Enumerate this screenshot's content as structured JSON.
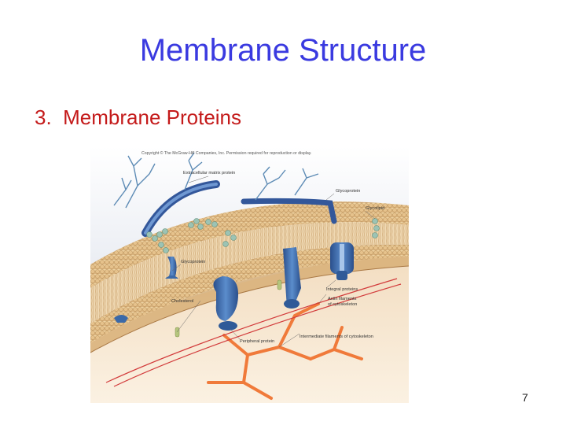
{
  "slide": {
    "title": "Membrane Structure",
    "subtitle": "3.  Membrane Proteins",
    "page_number": "7"
  },
  "figure": {
    "copyright": "Copyright © The McGraw-Hill Companies, Inc. Permission required for reproduction or display.",
    "labels": {
      "extracellular_matrix_protein": "Extracellular matrix protein",
      "glycoprotein_top": "Glycoprotein",
      "glycolipid": "Glycolipid",
      "glycoprotein_left": "Glycoprotein",
      "cholesterol": "Cholesterol",
      "integral_proteins": "Integral proteins",
      "actin_filaments_1": "Actin filaments",
      "actin_filaments_2": "of cytoskeleton",
      "peripheral_protein": "Peripheral protein",
      "intermediate_filaments": "Intermediate filaments of cytoskeleton"
    },
    "colors": {
      "extracellular": "#d8dde8",
      "lipid_heads": "#e4c48e",
      "tails": "#c8a26a",
      "cytoplasm": "#eed8b8",
      "protein": "#3b69a8",
      "filament": "#f07a3a"
    }
  }
}
